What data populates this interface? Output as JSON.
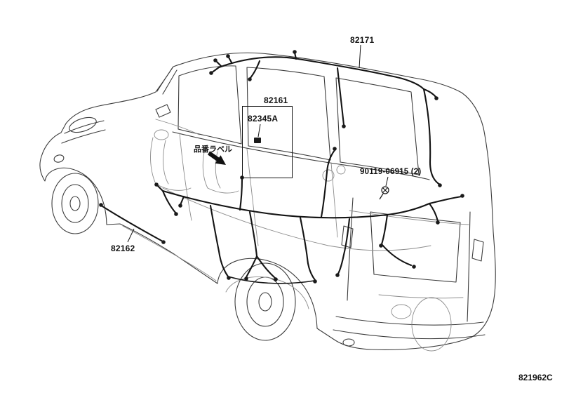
{
  "diagram": {
    "code": "821962C",
    "colors": {
      "body_line": "#3c3c3c",
      "harness_line": "#141414",
      "text": "#111111"
    },
    "labels": {
      "roof_wire": "82171",
      "floor_wire_no2": "82161",
      "connector": "82345A",
      "part_number_label_note": "品番ラベル",
      "bolt": "90119-06915 (2)",
      "floor_wire": "82162"
    },
    "icons": {
      "pointer_arrow": "bold-arrow-down-right",
      "bolt_symbol": "screw-head"
    }
  }
}
